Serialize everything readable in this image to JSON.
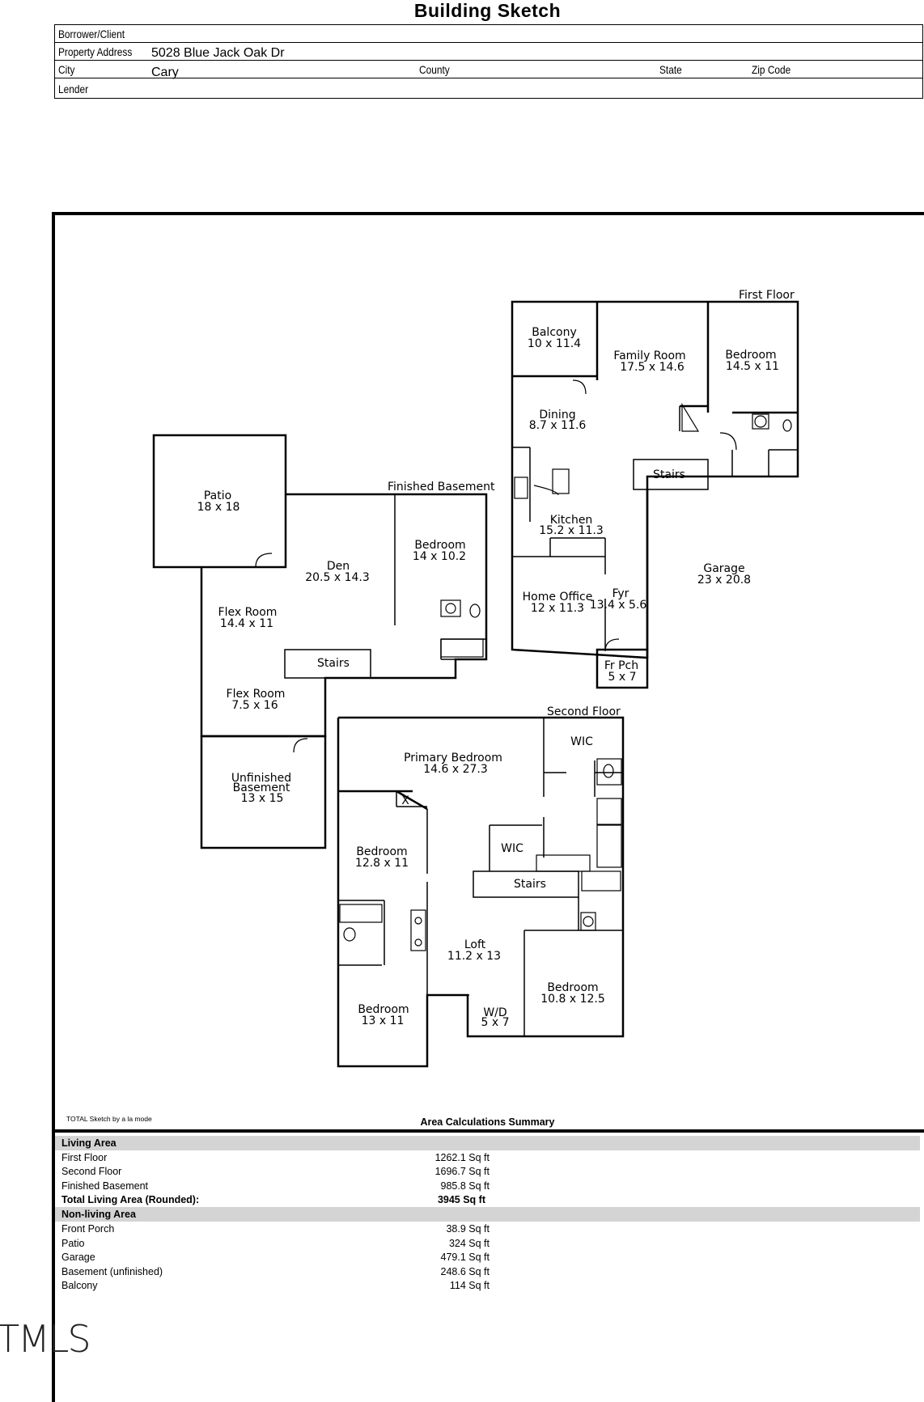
{
  "title": "Building Sketch",
  "header": {
    "borrower_label": "Borrower/Client",
    "address_label": "Property Address",
    "address_value": "5028 Blue Jack Oak Dr",
    "city_label": "City",
    "city_value": "Cary",
    "county_label": "County",
    "state_label": "State",
    "zip_label": "Zip Code",
    "lender_label": "Lender"
  },
  "floors": {
    "first": "First Floor",
    "basement": "Finished Basement",
    "second": "Second Floor"
  },
  "rooms": {
    "balcony": [
      "Balcony",
      "10 x 11.4"
    ],
    "family": [
      "Family Room",
      "17.5 x 14.6"
    ],
    "bed1": [
      "Bedroom",
      "14.5 x 11"
    ],
    "dining": [
      "Dining",
      "8.7 x 11.6"
    ],
    "stairs1": "Stairs",
    "kitchen": [
      "Kitchen",
      "15.2 x 11.3"
    ],
    "garage": [
      "Garage",
      "23 x 20.8"
    ],
    "office": [
      "Home Office",
      "12 x 11.3"
    ],
    "fyr": [
      "Fyr",
      "13.4 x 5.6"
    ],
    "frpch": [
      "Fr Pch",
      "5 x 7"
    ],
    "patio": [
      "Patio",
      "18 x 18"
    ],
    "den": [
      "Den",
      "20.5 x 14.3"
    ],
    "bbed": [
      "Bedroom",
      "14 x 10.2"
    ],
    "flex1": [
      "Flex Room",
      "14.4 x 11"
    ],
    "stairs2": "Stairs",
    "flex2": [
      "Flex Room",
      "7.5 x 16"
    ],
    "unfin": [
      "Unfinished",
      "Basement",
      "13 x 15"
    ],
    "primary": [
      "Primary Bedroom",
      "14.6 x 27.3"
    ],
    "wic1": "WIC",
    "x": "X",
    "bed2": [
      "Bedroom",
      "12.8 x 11"
    ],
    "wic2": "WIC",
    "stairs3": "Stairs",
    "loft": [
      "Loft",
      "11.2 x 13"
    ],
    "bed3": [
      "Bedroom",
      "10.8 x 12.5"
    ],
    "wd": [
      "W/D",
      "5 x 7"
    ],
    "bed4": [
      "Bedroom",
      "13 x 11"
    ]
  },
  "footer": {
    "credit": "TOTAL Sketch by a la mode",
    "summary_title": "Area Calculations Summary",
    "living_title": "Living Area",
    "living": [
      {
        "label": "First Floor",
        "value": "1262.1 Sq ft"
      },
      {
        "label": "Second Floor",
        "value": "1696.7 Sq ft"
      },
      {
        "label": "Finished Basement",
        "value": "985.8 Sq ft"
      }
    ],
    "total_label": "Total Living Area (Rounded):",
    "total_value": "3945 Sq ft",
    "nonliving_title": "Non-living Area",
    "nonliving": [
      {
        "label": "Front Porch",
        "value": "38.9 Sq ft"
      },
      {
        "label": "Patio",
        "value": "324 Sq ft"
      },
      {
        "label": "Garage",
        "value": "479.1 Sq ft"
      },
      {
        "label": "Basement (unfinished)",
        "value": "248.6 Sq ft"
      },
      {
        "label": "Balcony",
        "value": "114 Sq ft"
      }
    ]
  },
  "watermark": "TMLS"
}
